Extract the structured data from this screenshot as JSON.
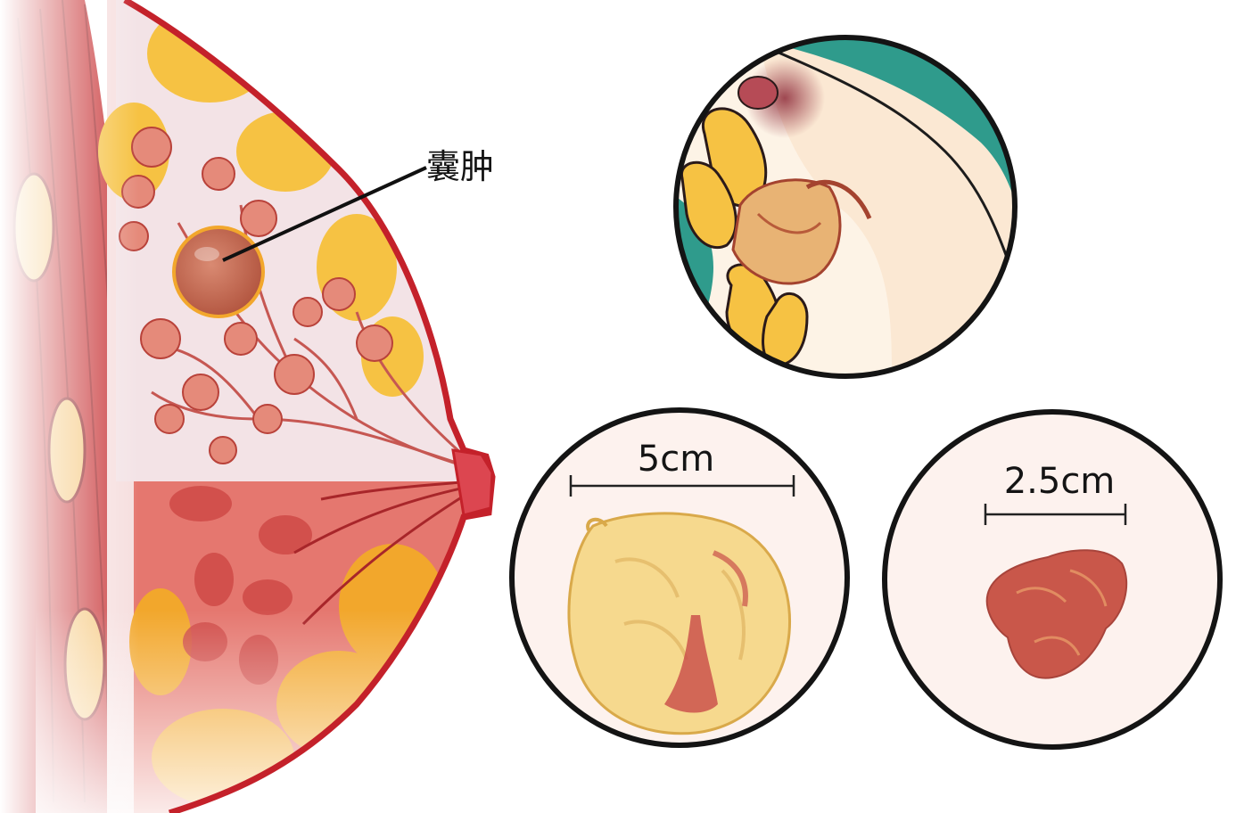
{
  "labels": {
    "cyst": "囊肿",
    "scale_large": "5cm",
    "scale_small": "2.5cm"
  },
  "colors": {
    "outline": "#c4212a",
    "tissue_red": "#d8574f",
    "lobule": "#e58a7a",
    "fat_yellow": "#f6c243",
    "fat_orange": "#f2a72c",
    "skin": "#fbe8d3",
    "teal": "#2f9b8c",
    "cyst_fill": "#c86a52",
    "circle_bg": "#fdf2ee"
  }
}
